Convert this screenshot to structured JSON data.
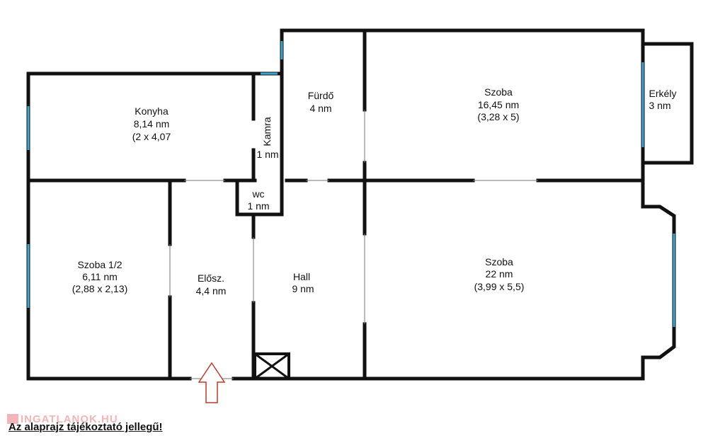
{
  "rooms": [
    {
      "name": "Konyha",
      "area": "8,14 nm",
      "dims": "(2 x 4,07"
    },
    {
      "name": "Kamra",
      "area": "1 nm"
    },
    {
      "name": "Fürdő",
      "area": "4 nm"
    },
    {
      "name": "Szoba",
      "area": "16,45 nm",
      "dims": "(3,28 x 5)"
    },
    {
      "name": "Erkély",
      "area": "3 nm"
    },
    {
      "name": "wc",
      "area": "1 nm"
    },
    {
      "name": "Szoba 1/2",
      "area": "6,11 nm",
      "dims": "(2,88 x 2,13)"
    },
    {
      "name": "Elősz.",
      "area": "4,4 nm"
    },
    {
      "name": "Hall",
      "area": "9 nm"
    },
    {
      "name": "Szoba",
      "area": "22 nm",
      "dims": "(3,99 x 5,5)"
    }
  ],
  "disclaimer": "Az alaprajz tájékoztató jellegű!",
  "watermark": "INGATLANOK.HU",
  "colors": {
    "wall": "#111111",
    "window": "#3aa6d0",
    "entrance_arrow": "#c0392b"
  }
}
